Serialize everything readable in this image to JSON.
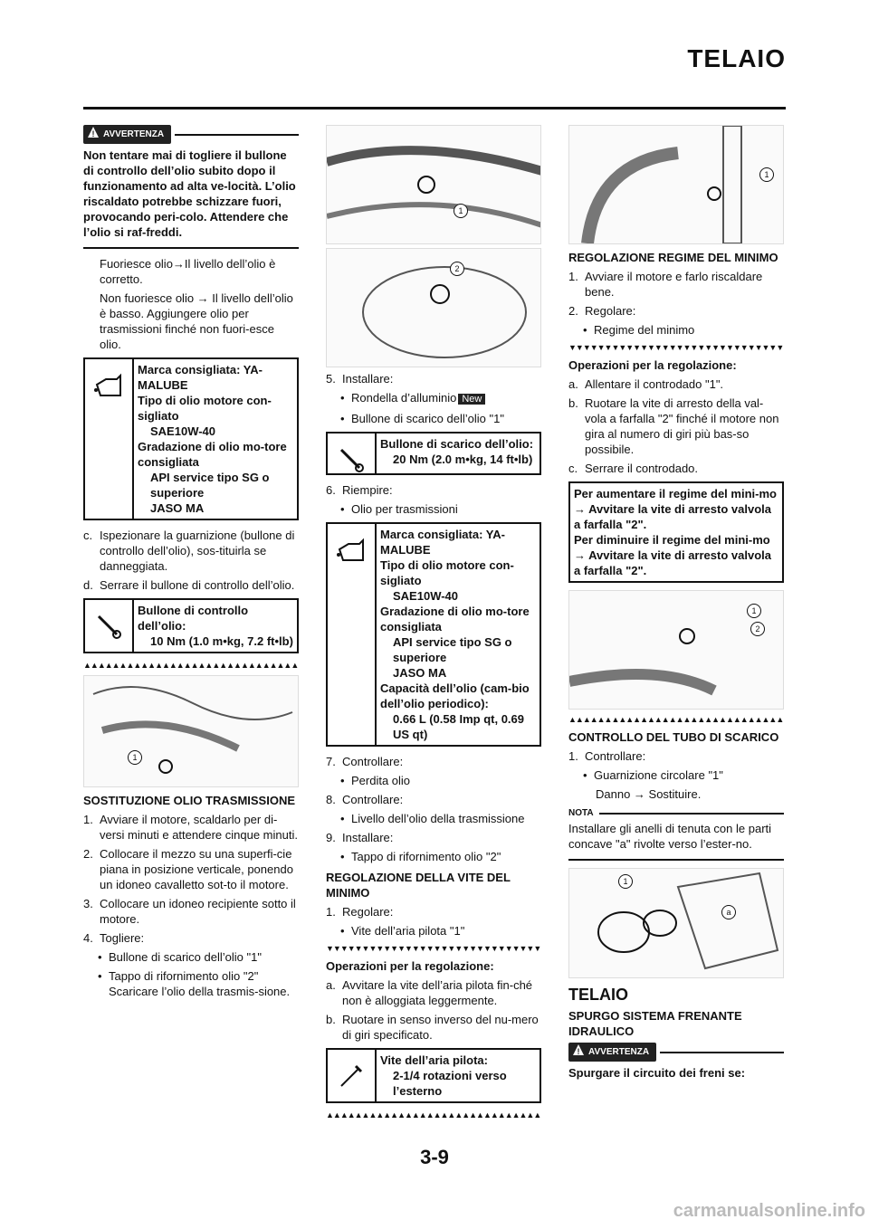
{
  "header": {
    "title": "TELAIO"
  },
  "col1": {
    "warn_label": "AVVERTENZA",
    "warn_text": "Non tentare mai di togliere il bullone di controllo dell’olio subito dopo il funzionamento ad alta ve-locità. L’olio riscaldato potrebbe schizzare fuori, provocando peri-colo. Attendere che l’olio si raf-freddi.",
    "check_1": "Fuoriesce olio→Il livello dell’olio è corretto.",
    "check_2": "Non fuoriesce olio → Il livello dell’olio è basso. Aggiungere olio per trasmissioni finché non fuori-esce olio.",
    "oil_box": [
      "Marca consigliata: YA-MALUBE",
      "Tipo di olio motore con-sigliato",
      "SAE10W-40",
      "Gradazione di olio mo-tore consigliata",
      "API service tipo SG o superiore",
      "JASO MA"
    ],
    "step_c_n": "c.",
    "step_c": "Ispezionare la guarnizione (bullone di controllo dell’olio), sos-tituirla se danneggiata.",
    "step_d_n": "d.",
    "step_d": "Serrare il bullone di controllo dell’olio.",
    "torque_box": [
      "Bullone di controllo dell’olio:",
      "10 Nm (1.0 m•kg, 7.2 ft•lb)"
    ],
    "heading": "SOSTITUZIONE OLIO TRASMISSIONE",
    "s1": "Avviare il motore, scaldarlo per di-versi minuti e attendere cinque minuti.",
    "s2": "Collocare il mezzo su una superfi-cie piana in posizione verticale, ponendo un idoneo cavalletto sot-to il motore.",
    "s3": "Collocare un idoneo recipiente sotto il motore.",
    "s4": "Togliere:",
    "s4a": "Bullone di scarico dell’olio \"1\"",
    "s4b": "Tappo di rifornimento olio \"2\" Scaricare l’olio della trasmis-sione.",
    "callout1": "1"
  },
  "col2": {
    "callout1": "1",
    "callout2": "2",
    "s5": "Installare:",
    "s5a": "Rondella d’alluminio",
    "new": "New",
    "s5b": "Bullone di scarico dell’olio \"1\"",
    "torque_box": [
      "Bullone di scarico dell’olio:",
      "20 Nm (2.0 m•kg, 14 ft•lb)"
    ],
    "s6": "Riempire:",
    "s6a": "Olio per trasmissioni",
    "oil_box": [
      "Marca consigliata: YA-MALUBE",
      "Tipo di olio motore con-sigliato",
      "SAE10W-40",
      "Gradazione di olio mo-tore consigliata",
      "API service tipo SG o superiore",
      "JASO MA",
      "Capacità dell’olio (cam-bio dell’olio periodico):",
      "0.66 L (0.58 Imp qt, 0.69 US qt)"
    ],
    "s7": "Controllare:",
    "s7a": "Perdita olio",
    "s8": "Controllare:",
    "s8a": "Livello dell’olio della trasmissione",
    "s9": "Installare:",
    "s9a": "Tappo di rifornimento olio \"2\"",
    "heading": "REGOLAZIONE DELLA VITE DEL MINIMO",
    "r1": "Regolare:",
    "r1a": "Vite dell’aria pilota \"1\"",
    "ops": "Operazioni per la regolazione:",
    "opa": "Avvitare la vite dell’aria pilota fin-ché non è alloggiata leggermente.",
    "opb": "Ruotare in senso inverso del nu-mero di giri specificato.",
    "pilot_box": [
      "Vite dell’aria pilota:",
      "2-1/4 rotazioni verso l’esterno"
    ]
  },
  "col3": {
    "callout1": "1",
    "callout2": "2",
    "callouta": "a",
    "heading": "REGOLAZIONE REGIME DEL MINIMO",
    "i1": "Avviare il motore e farlo riscaldare bene.",
    "i2": "Regolare:",
    "i2a": "Regime del minimo",
    "ops": "Operazioni per la regolazione:",
    "opa": "Allentare il controdado \"1\".",
    "opb": "Ruotare la vite di arresto della val-vola a farfalla \"2\" finché il motore non gira al numero di giri più bas-so possibile.",
    "opc": "Serrare il controdado.",
    "idle_box": [
      "Per aumentare il regime del mini-mo → Avvitare la vite di arresto valvola a farfalla \"2\".",
      "Per diminuire il regime del mini-mo → Avvitare la vite di arresto valvola a farfalla \"2\"."
    ],
    "heading2": "CONTROLLO DEL TUBO DI SCARICO",
    "c1": "Controllare:",
    "c1a": "Guarnizione circolare \"1\"",
    "c1b": "Danno → Sostituire.",
    "nota_label": "NOTA",
    "nota": "Installare gli anelli di tenuta con le parti concave \"a\" rivolte verso l’ester-no.",
    "section": "TELAIO",
    "heading3": "SPURGO SISTEMA FRENANTE IDRAULICO",
    "warn_label": "AVVERTENZA",
    "warn_text": "Spurgare il circuito dei freni se:"
  },
  "page_number": "3-9",
  "footer": "carmanualsonline.info"
}
